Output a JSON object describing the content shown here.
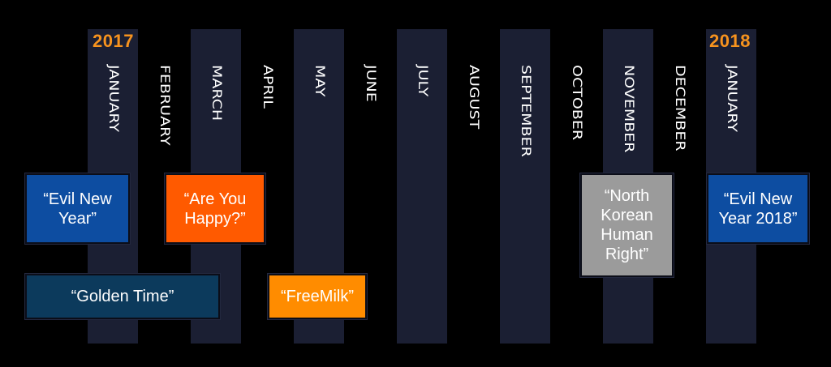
{
  "years": {
    "start": "2017",
    "end": "2018"
  },
  "months": [
    "JANUARY",
    "FEBRUARY",
    "MARCH",
    "APRIL",
    "MAY",
    "JUNE",
    "JULY",
    "AUGUST",
    "SEPTEMBER",
    "OCTOBER",
    "NOVEMBER",
    "DECEMBER",
    "JANUARY"
  ],
  "events": [
    {
      "label": "“Evil New Year”",
      "color": "#0d4da1"
    },
    {
      "label": "“Are You Happy?”",
      "color": "#ff5a00"
    },
    {
      "label": "“North Korean Human Right”",
      "color": "#9b9b9b"
    },
    {
      "label": "“Evil New Year 2018”",
      "color": "#0d4da1"
    },
    {
      "label": "“Golden Time”",
      "color": "#0c3a5c"
    },
    {
      "label": "“FreeMilk”",
      "color": "#ff8c00"
    }
  ],
  "colors": {
    "band": "#1b1f33",
    "year": "#f7931e",
    "background": "#000000"
  }
}
